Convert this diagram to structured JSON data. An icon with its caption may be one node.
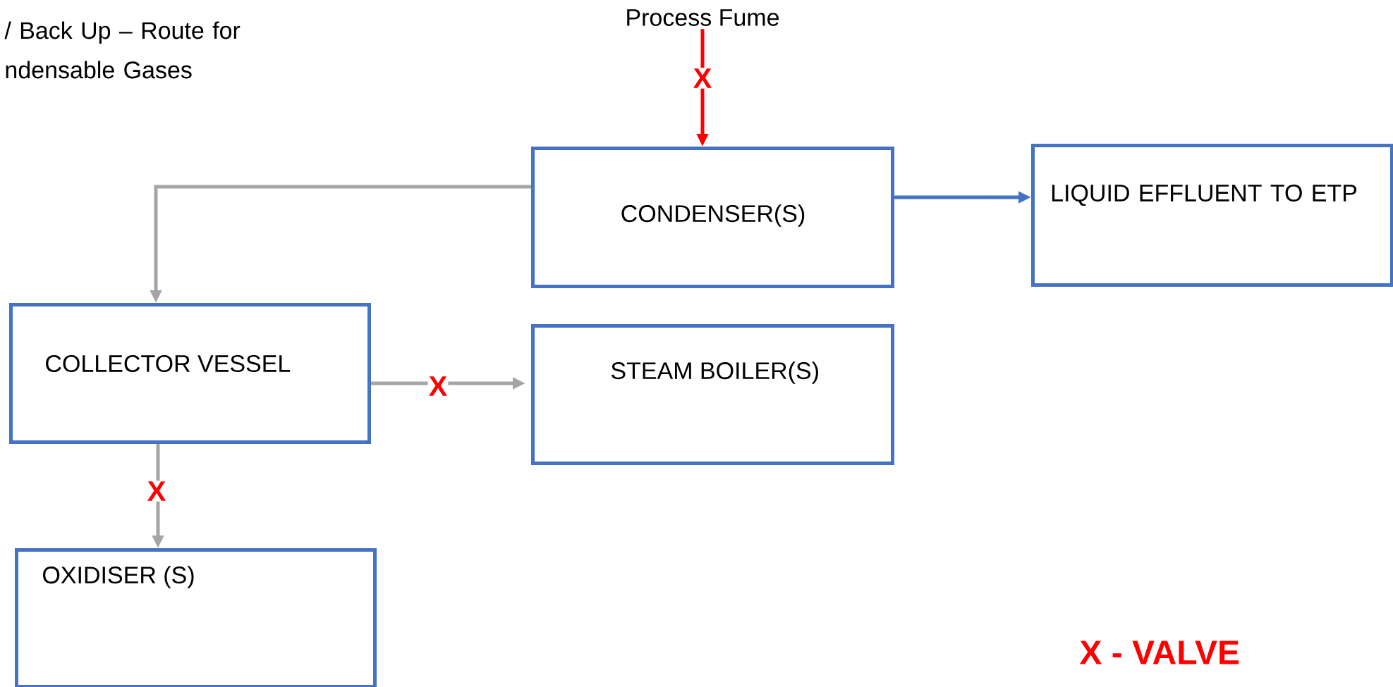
{
  "diagram": {
    "nodes": [
      {
        "text": [
          "Process Fume"
        ]
      },
      {
        "text": [
          "CONDENSER(S)"
        ]
      },
      {
        "text": [
          "LIQUID EFFLUENT TO ETP"
        ]
      },
      {
        "text": [
          "COLLECTOR VESSEL"
        ]
      },
      {
        "text": [
          "STEAM BOILER(S)"
        ]
      },
      {
        "text": [
          "OXIDISER (S)"
        ]
      }
    ],
    "edges": [
      {
        "from": 0,
        "to": 1,
        "arrow": "to",
        "label": "X",
        "color": "#ff0000"
      },
      {
        "from": 1,
        "to": 3,
        "arrow": "to"
      },
      {
        "from": 1,
        "to": 2,
        "arrow": "to",
        "color": "#4472c4"
      },
      {
        "from": 3,
        "to": 4,
        "arrow": "to",
        "label": "X"
      },
      {
        "from": 3,
        "to": 5,
        "arrow": "to",
        "label": "X"
      }
    ],
    "labels": [
      "/ Back Up – Route for ndensable Gases",
      "X  - VALVE"
    ]
  }
}
